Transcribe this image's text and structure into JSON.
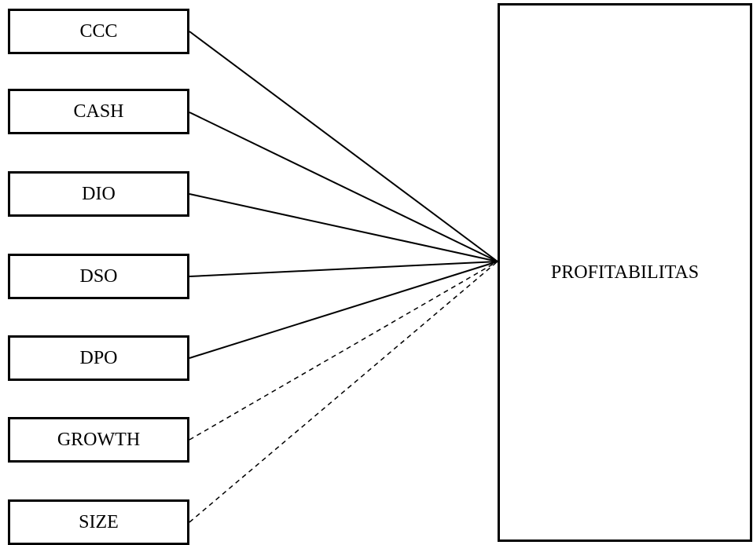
{
  "independent_variables": [
    {
      "label": "CCC",
      "link": "solid"
    },
    {
      "label": "CASH",
      "link": "solid"
    },
    {
      "label": "DIO",
      "link": "solid"
    },
    {
      "label": "DSO",
      "link": "solid"
    },
    {
      "label": "DPO",
      "link": "solid"
    },
    {
      "label": "GROWTH",
      "link": "dashed"
    },
    {
      "label": "SIZE",
      "link": "dashed"
    }
  ],
  "dependent_variable": {
    "label": "PROFITABILITAS"
  },
  "colors": {
    "stroke": "#000000",
    "background": "#ffffff"
  }
}
